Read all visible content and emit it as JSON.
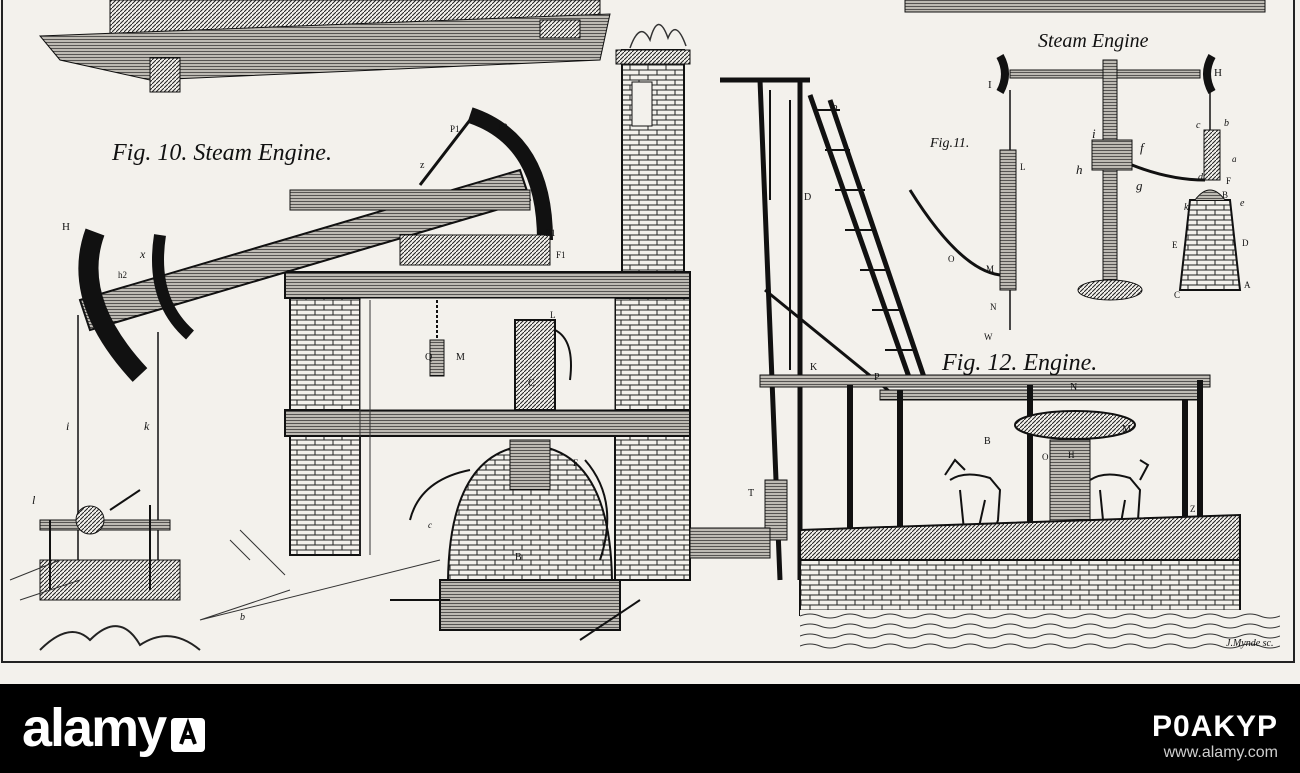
{
  "plate": {
    "headline_fig11": "Steam Engine",
    "fig10_caption": "Fig. 10. Steam Engine.",
    "fig11_caption": "Fig.11.",
    "fig12_caption": "Fig. 12. Engine.",
    "engraver_signature": "J.Mynde sc."
  },
  "labels": {
    "fig10": [
      "H",
      "P1",
      "P2",
      "z",
      "x",
      "h2",
      "B1",
      "F1",
      "L",
      "Q",
      "M",
      "C",
      "B",
      "F",
      "l",
      "k",
      "i",
      "b",
      "c"
    ],
    "fig11": [
      "I",
      "H",
      "i",
      "f",
      "h",
      "g",
      "c",
      "b",
      "a",
      "d",
      "F",
      "B",
      "k",
      "e",
      "E",
      "D",
      "C",
      "A",
      "L",
      "O",
      "M",
      "N",
      "W"
    ],
    "fig12": [
      "P",
      "D",
      "K",
      "P",
      "N",
      "B",
      "O",
      "H",
      "M",
      "T",
      "Z"
    ]
  },
  "footer": {
    "brand": "alamy",
    "image_id": "P0AKYP",
    "site": "www.alamy.com"
  },
  "colors": {
    "paper": "#f3f1ec",
    "ink": "#111111",
    "footer_bg": "#000000",
    "footer_text": "#ffffff"
  }
}
